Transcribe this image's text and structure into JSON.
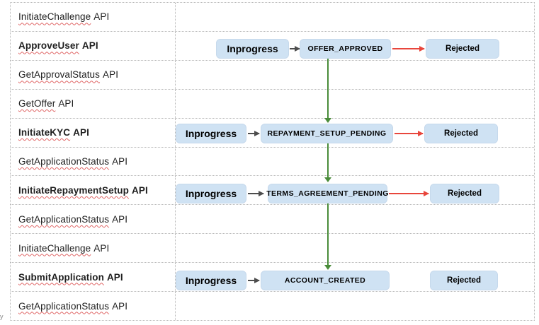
{
  "table": {
    "rows": [
      {
        "word": "InitiateChallenge",
        "suffix": "API",
        "bold": false
      },
      {
        "word": "ApproveUser",
        "suffix": "API",
        "bold": true
      },
      {
        "word": "GetApprovalStatus",
        "suffix": "API",
        "bold": false
      },
      {
        "word": "GetOffer",
        "suffix": "API",
        "bold": false
      },
      {
        "word": "InitiateKYC",
        "suffix": "API",
        "bold": true
      },
      {
        "word": "GetApplicationStatus",
        "suffix": "API",
        "bold": false
      },
      {
        "word": "InitiateRepaymentSetup",
        "suffix": "API",
        "bold": true
      },
      {
        "word": "GetApplicationStatus",
        "suffix": "API",
        "bold": false
      },
      {
        "word": "InitiateChallenge",
        "suffix": "API",
        "bold": false
      },
      {
        "word": "SubmitApplication",
        "suffix": "API",
        "bold": true
      },
      {
        "word": "GetApplicationStatus",
        "suffix": "API",
        "bold": false
      }
    ]
  },
  "flows": [
    {
      "progress_label": "Inprogress",
      "state_label": "OFFER_APPROVED",
      "rejected_label": "Rejected",
      "has_reject_arrow": true
    },
    {
      "progress_label": "Inprogress",
      "state_label": "REPAYMENT_SETUP_PENDING",
      "rejected_label": "Rejected",
      "has_reject_arrow": true
    },
    {
      "progress_label": "Inprogress",
      "state_label": "TERMS_AGREEMENT_PENDING",
      "rejected_label": "Rejected",
      "has_reject_arrow": true
    },
    {
      "progress_label": "Inprogress",
      "state_label": "ACCOUNT_CREATED",
      "rejected_label": "Rejected",
      "has_reject_arrow": false
    }
  ],
  "corner_fragment": "y",
  "colors": {
    "box_fill": "#cfe2f3",
    "box_border": "#c6d9ec",
    "red_arrow": "#e8463c",
    "green_arrow": "#4a8c3a",
    "gray_arrow": "#4d4d4d",
    "squiggle": "#e06666",
    "table_border": "#b7b7b7"
  }
}
